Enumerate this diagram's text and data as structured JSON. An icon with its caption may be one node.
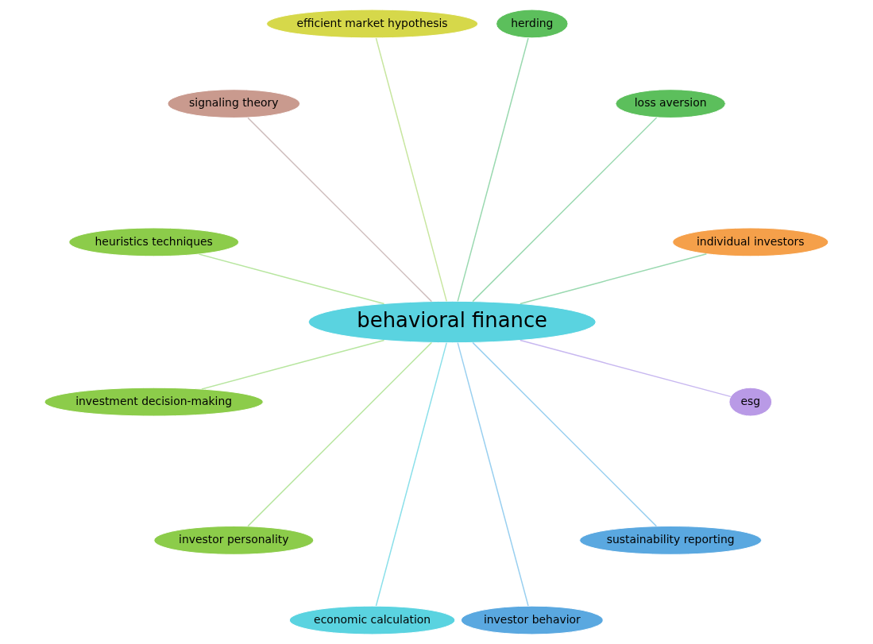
{
  "diagram": {
    "nodes": [
      {
        "text": [
          "behavioral finance"
        ]
      },
      {
        "text": [
          "individual investors"
        ]
      },
      {
        "text": [
          "loss aversion"
        ]
      },
      {
        "text": [
          "herding"
        ]
      },
      {
        "text": [
          "efficient market hypothesis"
        ]
      },
      {
        "text": [
          "signaling theory"
        ]
      },
      {
        "text": [
          "heuristics techniques"
        ]
      },
      {
        "text": [
          "investment decision-making"
        ]
      },
      {
        "text": [
          "investor personality"
        ]
      },
      {
        "text": [
          "economic calculation"
        ]
      },
      {
        "text": [
          "investor behavior"
        ]
      },
      {
        "text": [
          "sustainability reporting"
        ]
      },
      {
        "text": [
          "esg"
        ]
      }
    ],
    "edges": [
      {
        "from": 0,
        "to": 1,
        "arrow": "none"
      },
      {
        "from": 0,
        "to": 2,
        "arrow": "none"
      },
      {
        "from": 0,
        "to": 3,
        "arrow": "none"
      },
      {
        "from": 0,
        "to": 4,
        "arrow": "none"
      },
      {
        "from": 0,
        "to": 5,
        "arrow": "none"
      },
      {
        "from": 0,
        "to": 6,
        "arrow": "none"
      },
      {
        "from": 0,
        "to": 7,
        "arrow": "none"
      },
      {
        "from": 0,
        "to": 8,
        "arrow": "none"
      },
      {
        "from": 0,
        "to": 9,
        "arrow": "none"
      },
      {
        "from": 0,
        "to": 10,
        "arrow": "none"
      },
      {
        "from": 0,
        "to": 11,
        "arrow": "none"
      },
      {
        "from": 0,
        "to": 12,
        "arrow": "none"
      }
    ]
  }
}
